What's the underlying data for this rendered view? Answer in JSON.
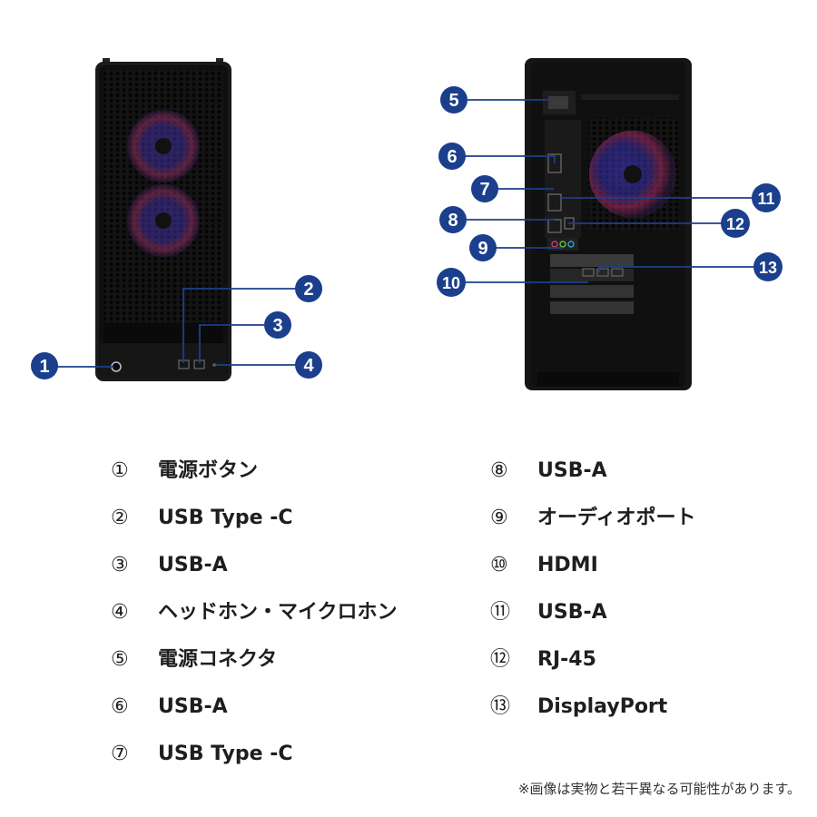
{
  "callout_color": "#1b3f8c",
  "callouts": [
    "1",
    "2",
    "3",
    "4",
    "5",
    "6",
    "7",
    "8",
    "9",
    "10",
    "11",
    "12",
    "13"
  ],
  "legend": [
    {
      "num": "①",
      "label": "電源ボタン"
    },
    {
      "num": "②",
      "label": "USB Type -C"
    },
    {
      "num": "③",
      "label": "USB-A"
    },
    {
      "num": "④",
      "label": "ヘッドホン・マイクロホン"
    },
    {
      "num": "⑤",
      "label": "電源コネクタ"
    },
    {
      "num": "⑥",
      "label": "USB-A"
    },
    {
      "num": "⑦",
      "label": "USB Type -C"
    },
    {
      "num": "⑧",
      "label": "USB-A"
    },
    {
      "num": "⑨",
      "label": "オーディオポート"
    },
    {
      "num": "⑩",
      "label": "HDMI"
    },
    {
      "num": "⑪",
      "label": "USB-A"
    },
    {
      "num": "⑫",
      "label": "RJ-45"
    },
    {
      "num": "⑬",
      "label": "DisplayPort"
    }
  ],
  "disclaimer": "※画像は実物と若干異なる可能性があります。"
}
